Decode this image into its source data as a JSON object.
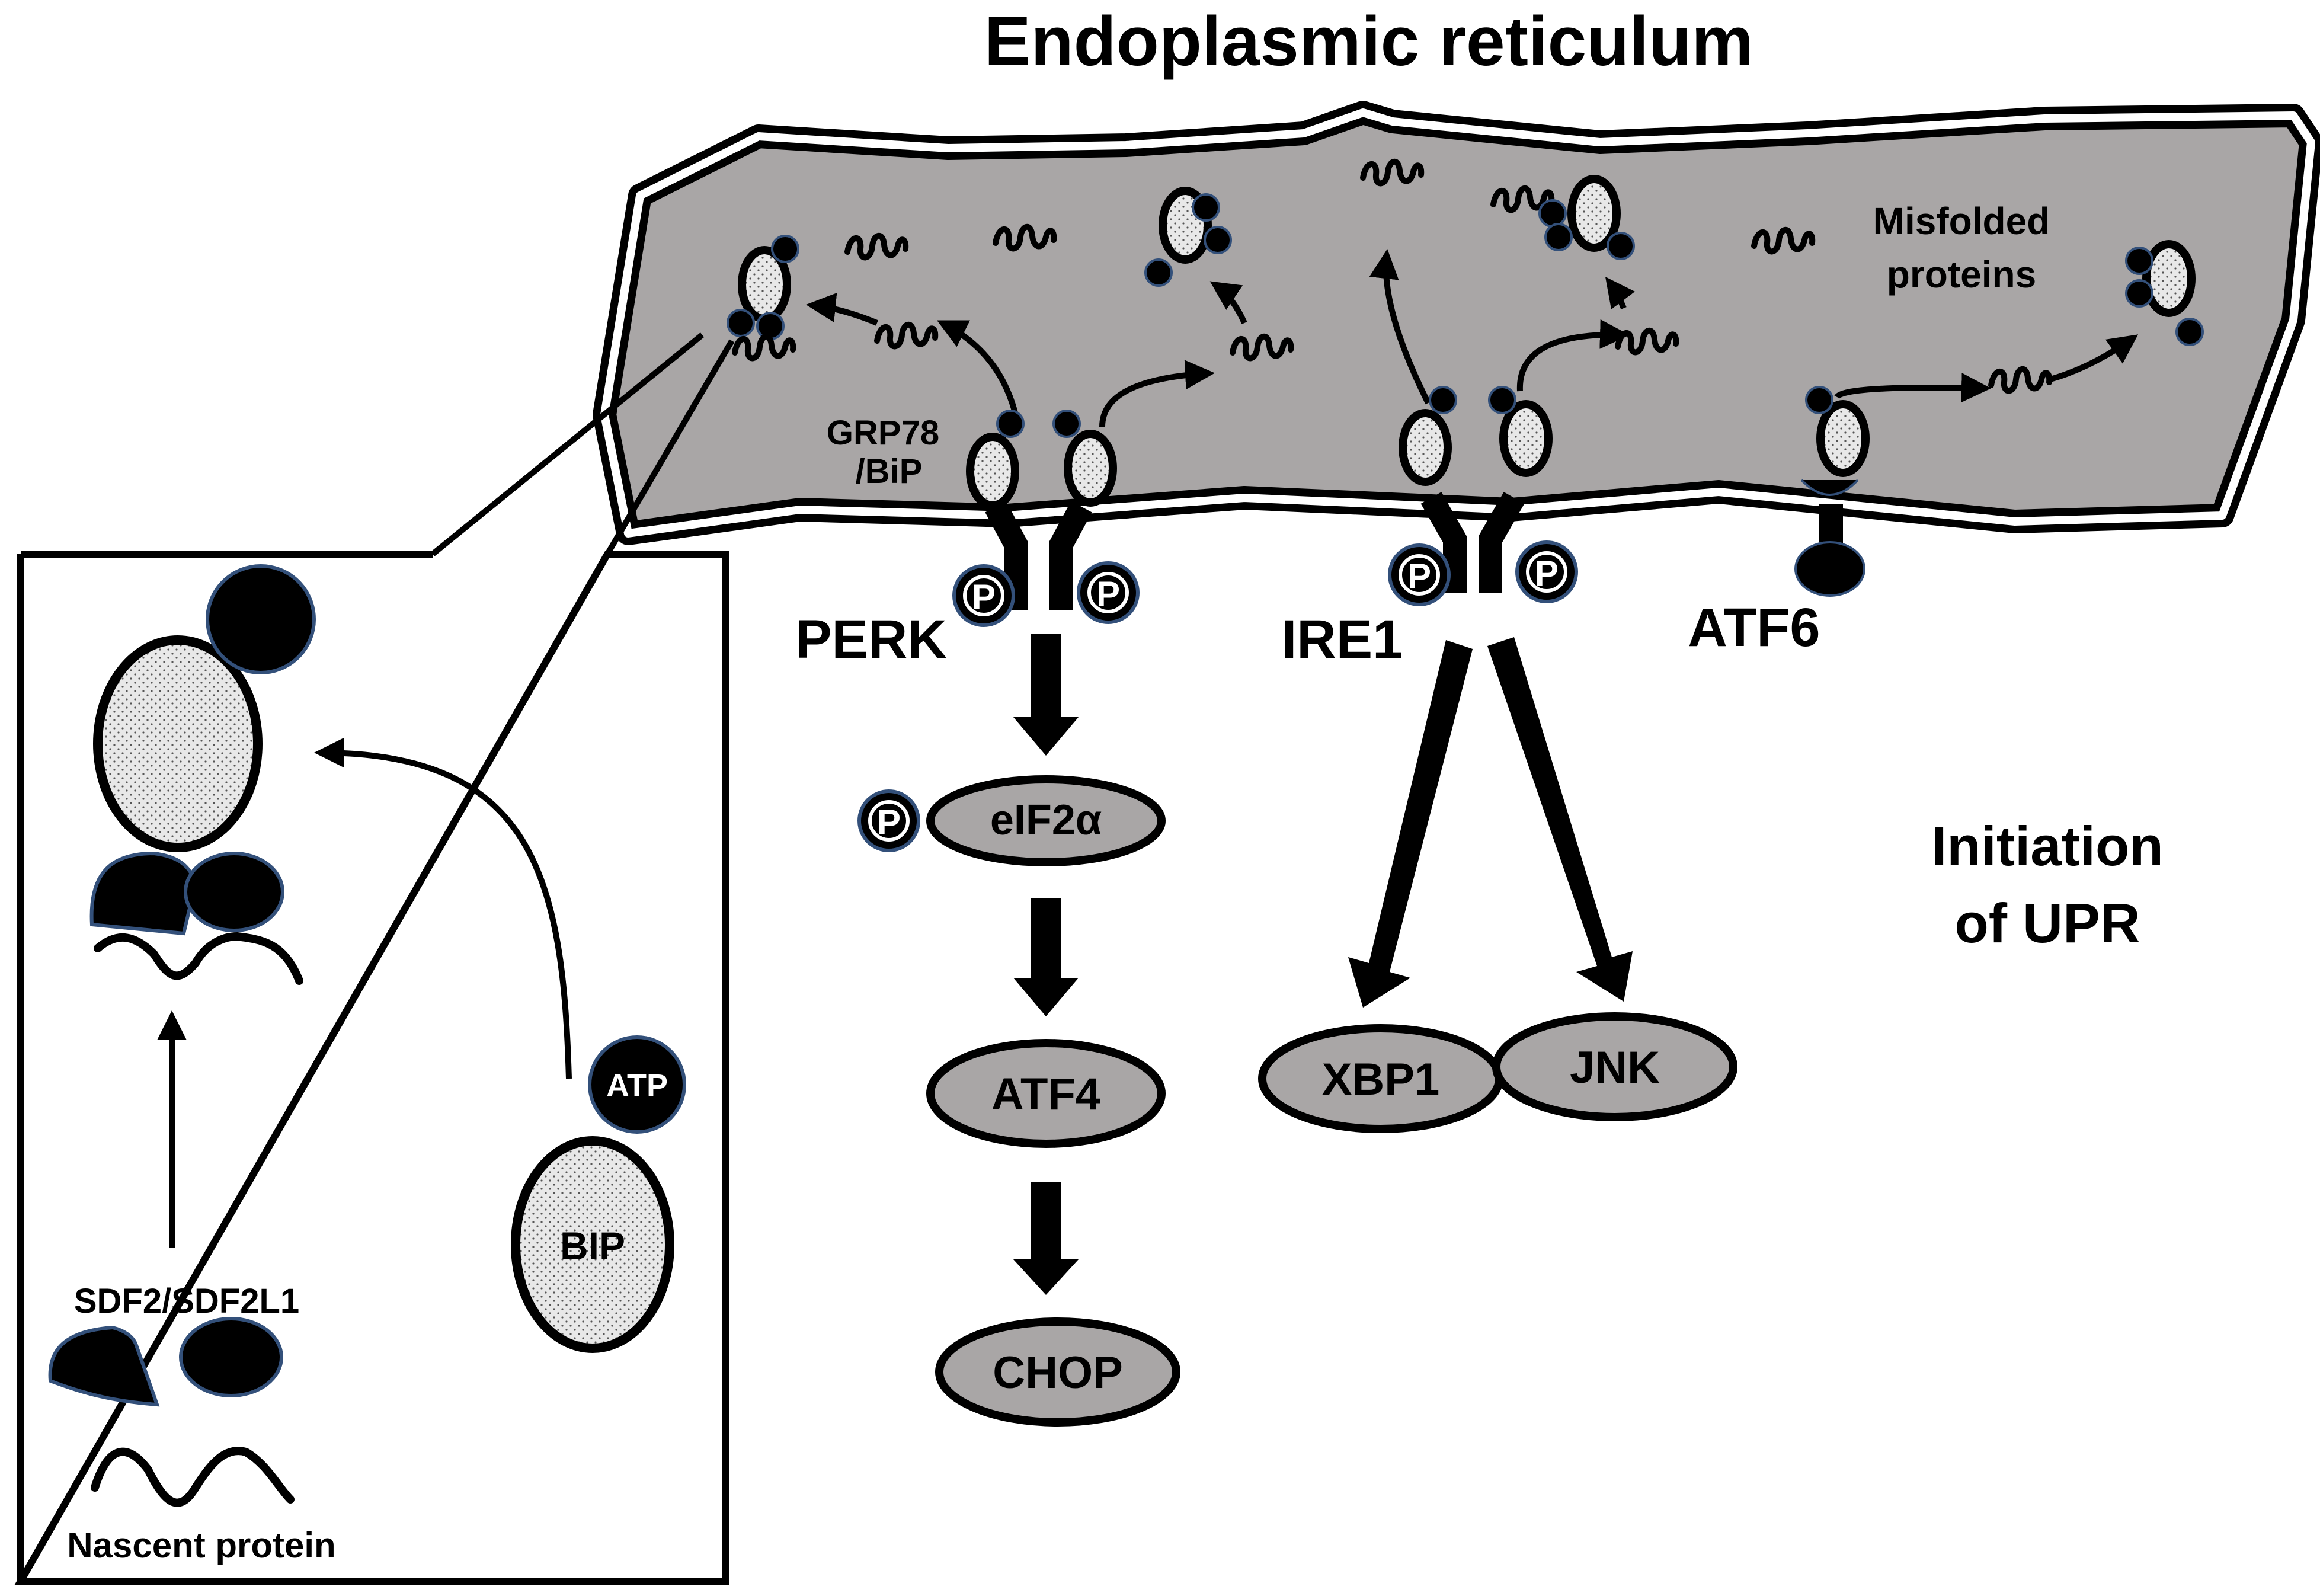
{
  "title": "Endoplasmic reticulum",
  "labels": {
    "misfolded": [
      "Misfolded",
      "proteins"
    ],
    "grp78": [
      "GRP78",
      "/BiP"
    ],
    "perk": "PERK",
    "ire1": "IRE1",
    "atf6": "ATF6",
    "phospho": "P",
    "eif2a": "eIF2α",
    "atf4": "ATF4",
    "chop": "CHOP",
    "xbp1": "XBP1",
    "jnk": "JNK",
    "initiation": [
      "Initiation",
      "of UPR"
    ],
    "atp": "ATP",
    "bip": "BIP",
    "sdf2": "SDF2/SDF2L1",
    "nascent": "Nascent protein"
  },
  "colors": {
    "membrane_fill": "#a9a6a6",
    "node_fill": "#a9a6a6",
    "chaperone_fill": "#e6e6e6",
    "ink": "#000000",
    "cofactor_edge": "#33507a"
  }
}
